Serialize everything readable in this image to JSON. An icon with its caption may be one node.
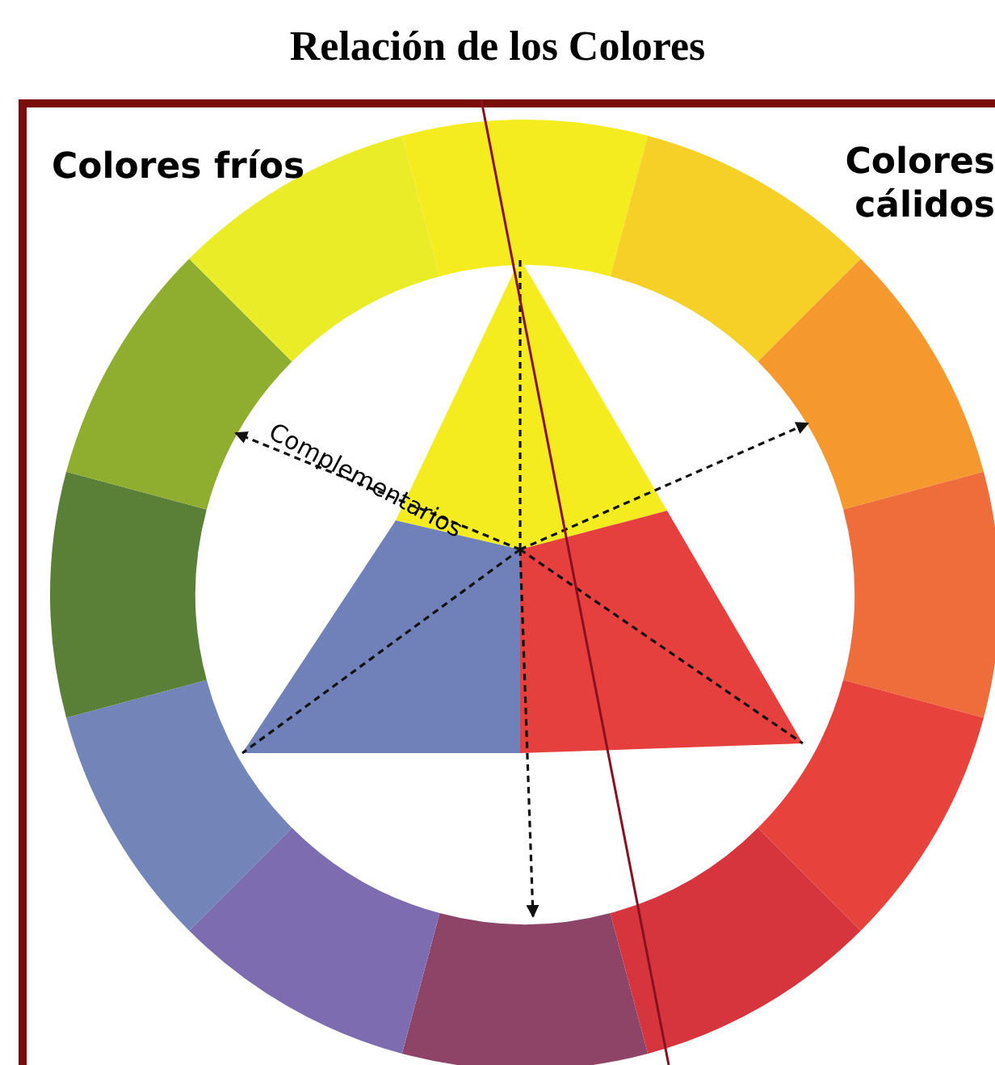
{
  "diagram": {
    "title": "Relación de los Colores",
    "labels": [
      "Colores fríos",
      "Colores cálidos",
      "Complementarios"
    ]
  }
}
